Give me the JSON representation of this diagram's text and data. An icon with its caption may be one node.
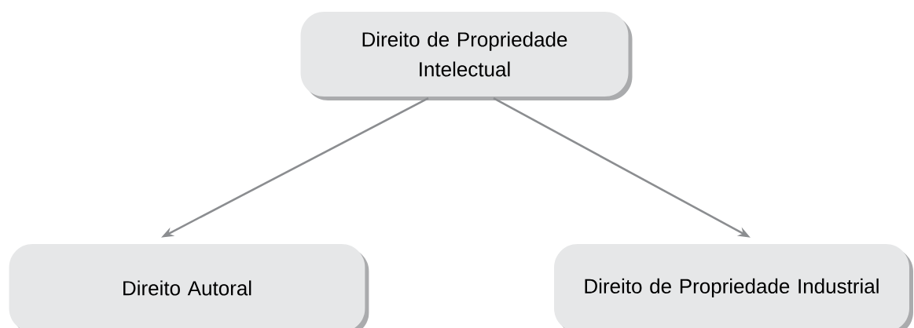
{
  "diagram": {
    "nodes": [
      {
        "text": [
          "Direito de Propriedade Intelectual"
        ]
      },
      {
        "text": [
          "Direito Autoral"
        ]
      },
      {
        "text": [
          "Direito de Propriedade Industrial"
        ]
      }
    ],
    "edges": [
      {
        "from": 0,
        "to": 1,
        "arrow": "to"
      },
      {
        "from": 0,
        "to": 2,
        "arrow": "to"
      }
    ]
  }
}
